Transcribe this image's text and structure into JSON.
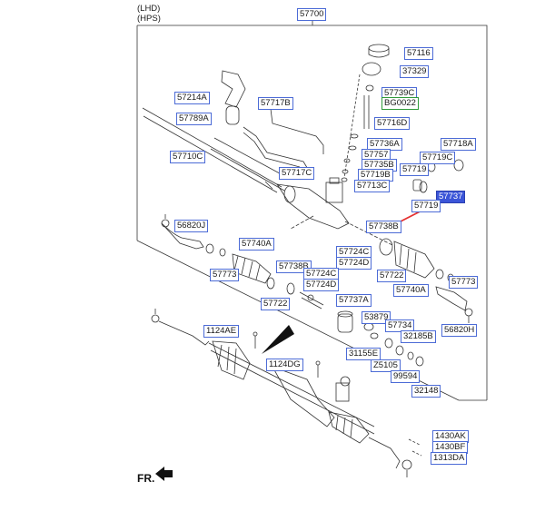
{
  "header": {
    "variant": "(LHD)",
    "steering": "(HPS)"
  },
  "assembly_label": "57700",
  "part_labels": [
    {
      "id": "57116",
      "text": "57116",
      "box": "blue"
    },
    {
      "id": "37329",
      "text": "37329",
      "box": "blue"
    },
    {
      "id": "57214A",
      "text": "57214A",
      "box": "blue"
    },
    {
      "id": "57739C",
      "text": "57739C",
      "box": "blue"
    },
    {
      "id": "BG0022",
      "text": "BG0022",
      "box": "green"
    },
    {
      "id": "57717B",
      "text": "57717B",
      "box": "blue"
    },
    {
      "id": "57789A",
      "text": "57789A",
      "box": "blue"
    },
    {
      "id": "57716D",
      "text": "57716D",
      "box": "blue"
    },
    {
      "id": "57718A",
      "text": "57718A",
      "box": "blue"
    },
    {
      "id": "57736A",
      "text": "57736A",
      "box": "blue"
    },
    {
      "id": "57757",
      "text": "57757",
      "box": "blue"
    },
    {
      "id": "57710C",
      "text": "57710C",
      "box": "blue"
    },
    {
      "id": "57735B",
      "text": "57735B",
      "box": "blue"
    },
    {
      "id": "57719C",
      "text": "57719C",
      "box": "blue"
    },
    {
      "id": "57719a",
      "text": "57719",
      "box": "blue"
    },
    {
      "id": "57719B",
      "text": "57719B",
      "box": "blue"
    },
    {
      "id": "57717C",
      "text": "57717C",
      "box": "blue"
    },
    {
      "id": "57713C",
      "text": "57713C",
      "box": "blue"
    },
    {
      "id": "57737",
      "text": "57737",
      "box": "selected"
    },
    {
      "id": "57719b",
      "text": "57719",
      "box": "blue"
    },
    {
      "id": "56820J",
      "text": "56820J",
      "box": "blue"
    },
    {
      "id": "57738Ba",
      "text": "57738B",
      "box": "blue"
    },
    {
      "id": "57740Aa",
      "text": "57740A",
      "box": "blue"
    },
    {
      "id": "57724Ca",
      "text": "57724C",
      "box": "blue"
    },
    {
      "id": "57724Da",
      "text": "57724D",
      "box": "blue"
    },
    {
      "id": "57738Bb",
      "text": "57738B",
      "box": "blue"
    },
    {
      "id": "57773a",
      "text": "57773",
      "box": "blue"
    },
    {
      "id": "57724Cb",
      "text": "57724C",
      "box": "blue"
    },
    {
      "id": "57722a",
      "text": "57722",
      "box": "blue"
    },
    {
      "id": "57724Db",
      "text": "57724D",
      "box": "blue"
    },
    {
      "id": "57773b",
      "text": "57773",
      "box": "blue"
    },
    {
      "id": "57740Ab",
      "text": "57740A",
      "box": "blue"
    },
    {
      "id": "57722b",
      "text": "57722",
      "box": "blue"
    },
    {
      "id": "57737A",
      "text": "57737A",
      "box": "blue"
    },
    {
      "id": "53879",
      "text": "53879",
      "box": "blue"
    },
    {
      "id": "57734",
      "text": "57734",
      "box": "blue"
    },
    {
      "id": "56820H",
      "text": "56820H",
      "box": "blue"
    },
    {
      "id": "1124AE",
      "text": "1124AE",
      "box": "blue"
    },
    {
      "id": "32185B",
      "text": "32185B",
      "box": "blue"
    },
    {
      "id": "31155E",
      "text": "31155E",
      "box": "blue"
    },
    {
      "id": "1124DG",
      "text": "1124DG",
      "box": "blue"
    },
    {
      "id": "Z5105",
      "text": "Z5105",
      "box": "blue"
    },
    {
      "id": "99594",
      "text": "99594",
      "box": "blue"
    },
    {
      "id": "32148",
      "text": "32148",
      "box": "blue"
    },
    {
      "id": "1430AK",
      "text": "1430AK",
      "box": "blue"
    },
    {
      "id": "1430BF",
      "text": "1430BF",
      "box": "blue"
    },
    {
      "id": "1313DA",
      "text": "1313DA",
      "box": "blue"
    }
  ],
  "direction_label": "FR.",
  "colors": {
    "label_border": "#4c6bd6",
    "selected_fill": "#3b55d8",
    "green_border": "#2f9a3a",
    "arrow": "#e53030",
    "line": "#333333"
  }
}
